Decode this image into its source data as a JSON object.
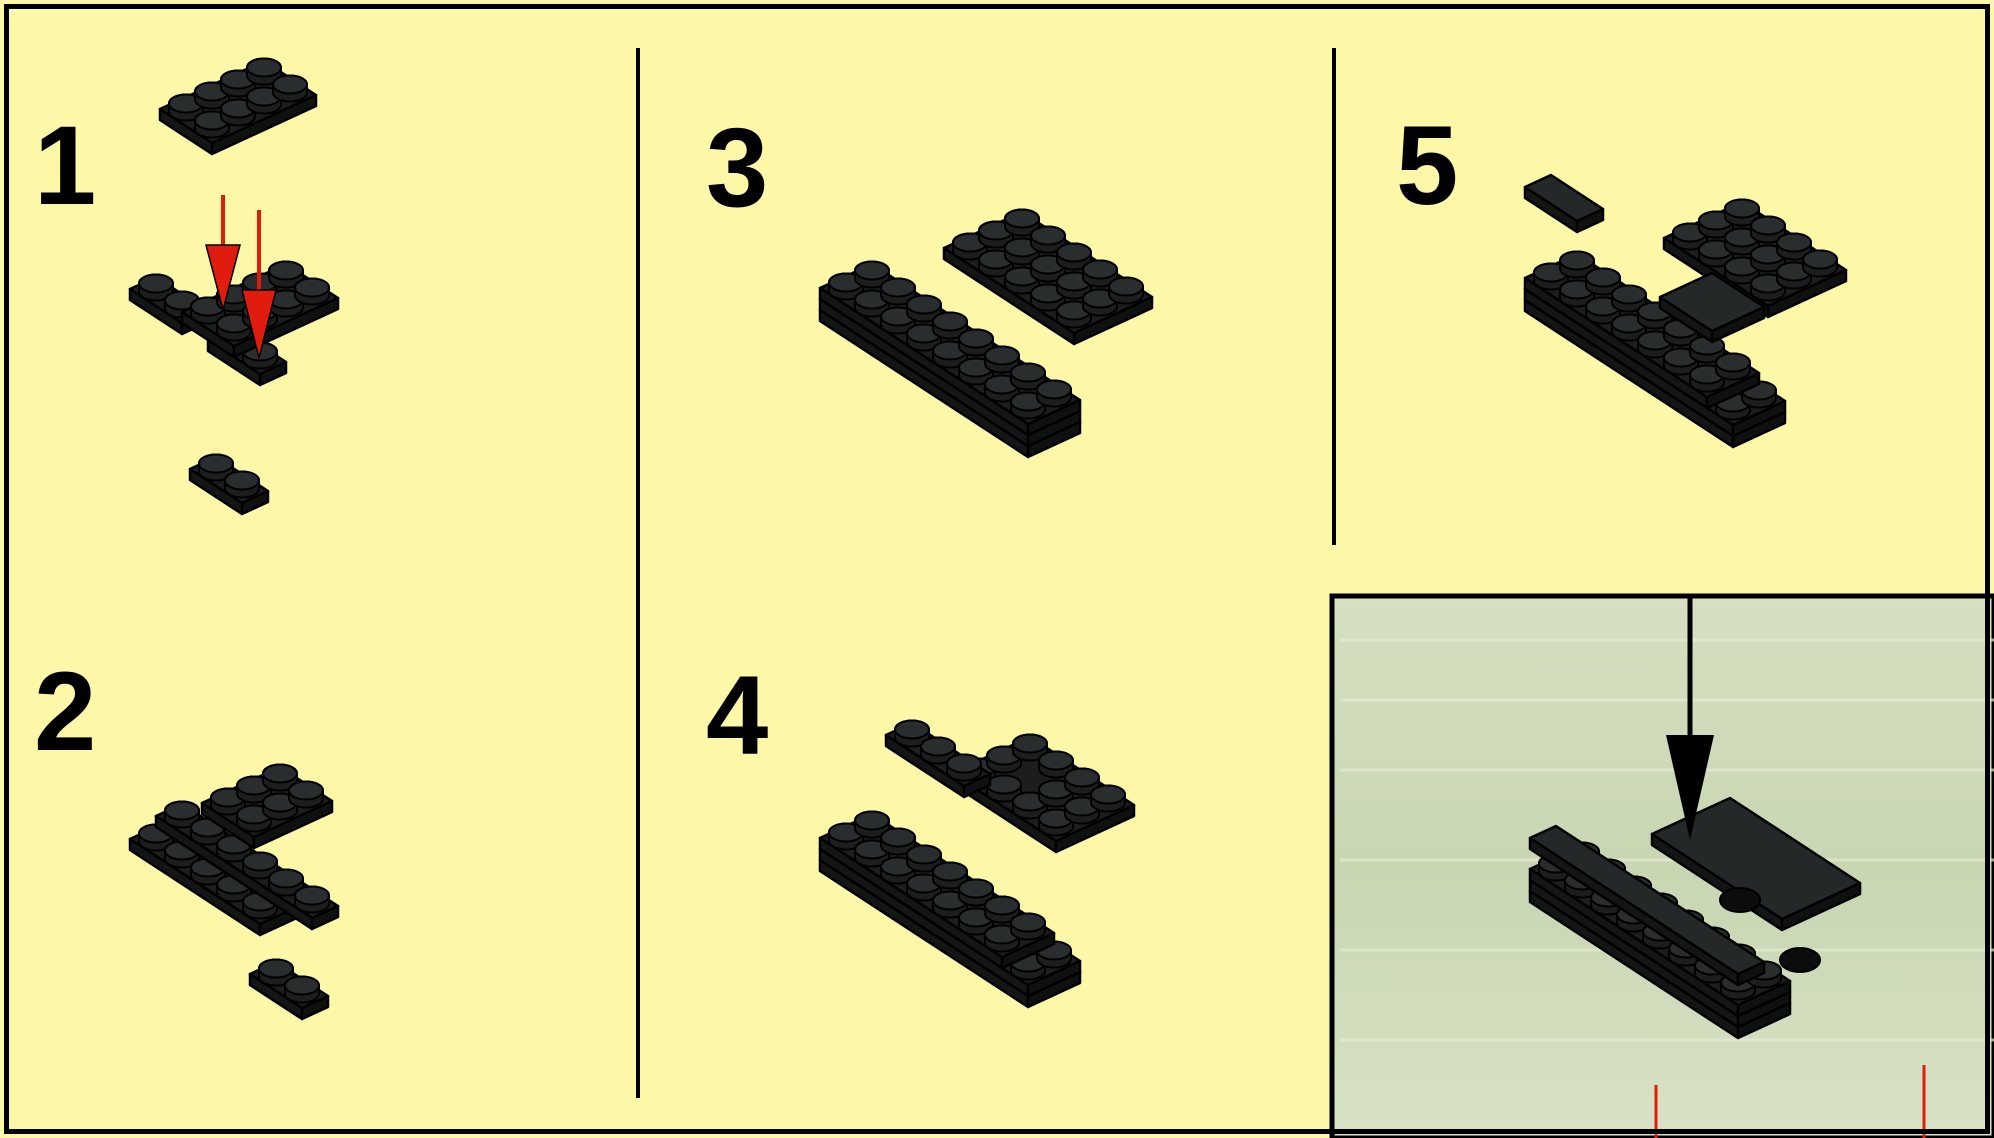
{
  "instructions": {
    "steps": [
      {
        "number": "1"
      },
      {
        "number": "2"
      },
      {
        "number": "3"
      },
      {
        "number": "4"
      },
      {
        "number": "5"
      }
    ]
  },
  "colors": {
    "page_background": "#fdf8a8",
    "brick": "#1c1e1e",
    "brick_top": "#2a2d2d",
    "outline": "#000000",
    "arrow": "#e11b0e",
    "inset_background": "#cfdab8"
  },
  "icons": [
    "down-arrow-icon",
    "down-arrow-icon",
    "down-arrow-icon"
  ]
}
